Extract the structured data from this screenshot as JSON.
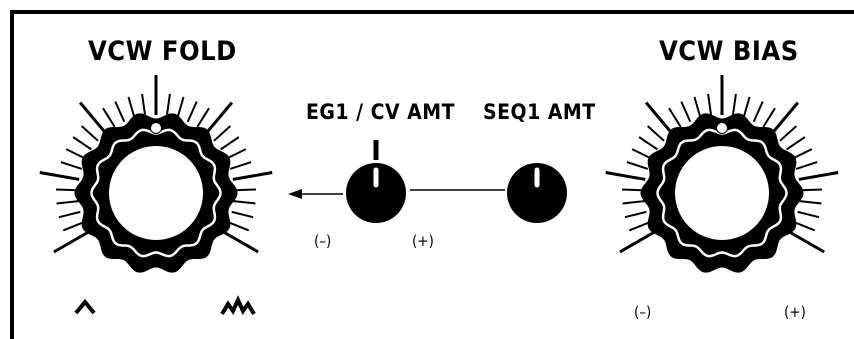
{
  "panel": {
    "border_color": "#000000",
    "background": "#ffffff"
  },
  "knobs": {
    "vcw_fold": {
      "label": "VCW FOLD",
      "min_icon": "single-peak-wave-icon",
      "max_icon": "multi-peak-folded-wave-icon"
    },
    "eg1_cv_amt": {
      "label": "EG1 / CV AMT",
      "min_label": "(–)",
      "max_label": "(+)"
    },
    "seq1_amt": {
      "label": "SEQ1 AMT"
    },
    "vcw_bias": {
      "label": "VCW BIAS",
      "min_label": "(–)",
      "max_label": "(+)"
    }
  },
  "routing": {
    "arrow_icon": "left-arrow-icon"
  }
}
